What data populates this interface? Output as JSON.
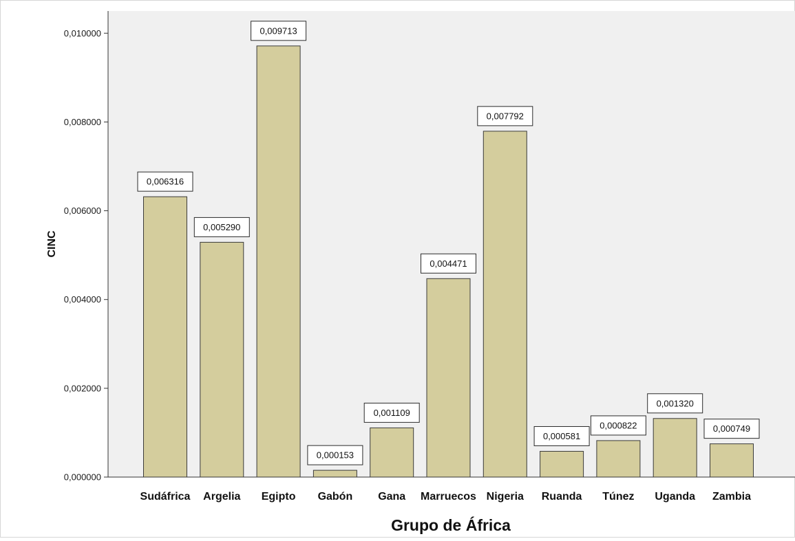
{
  "chart_data": {
    "type": "bar",
    "title": "",
    "xlabel": "Grupo de África",
    "ylabel": "CINC",
    "categories": [
      "Sudáfrica",
      "Argelia",
      "Egipto",
      "Gabón",
      "Gana",
      "Marruecos",
      "Nigeria",
      "Ruanda",
      "Túnez",
      "Uganda",
      "Zambia"
    ],
    "values": [
      0.006316,
      0.00529,
      0.009713,
      0.000153,
      0.001109,
      0.004471,
      0.007792,
      0.000581,
      0.000822,
      0.00132,
      0.000749
    ],
    "data_labels": [
      "0,006316",
      "0,005290",
      "0,009713",
      "0,000153",
      "0,001109",
      "0,004471",
      "0,007792",
      "0,000581",
      "0,000822",
      "0,001320",
      "0,000749"
    ],
    "yticks": [
      0,
      0.002,
      0.004,
      0.006,
      0.008,
      0.01
    ],
    "ytick_labels": [
      "0,000000",
      "0,002000",
      "0,004000",
      "0,006000",
      "0,008000",
      "0,010000"
    ],
    "ylim": [
      0,
      0.0105
    ],
    "grid": false,
    "legend": "none",
    "colors": {
      "bar_fill": "#d4cd9d",
      "bar_stroke": "#3a3a3a",
      "plot_background": "#f0f0f0",
      "axis": "#333333",
      "label_box_fill": "#ffffff",
      "label_box_stroke": "#2a2a2a"
    }
  }
}
